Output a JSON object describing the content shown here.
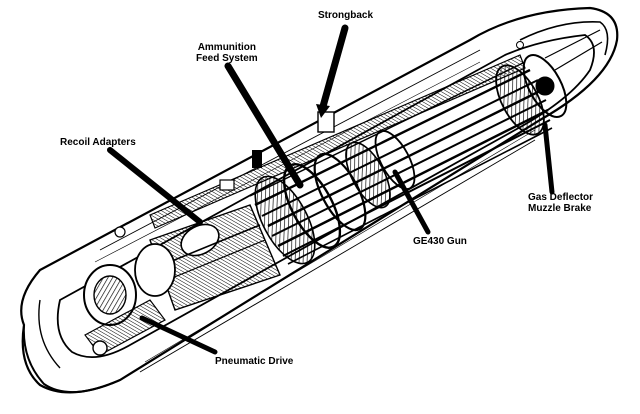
{
  "title": "GE430 gun pod cutaway",
  "labels": {
    "strongback": "Strongback",
    "ammo_line1": "Ammunition",
    "ammo_line2": "Feed System",
    "recoil": "Recoil Adapters",
    "gas_line1": "Gas Deflector",
    "gas_line2": "Muzzle Brake",
    "gun": "GE430 Gun",
    "pneumatic": "Pneumatic Drive"
  }
}
